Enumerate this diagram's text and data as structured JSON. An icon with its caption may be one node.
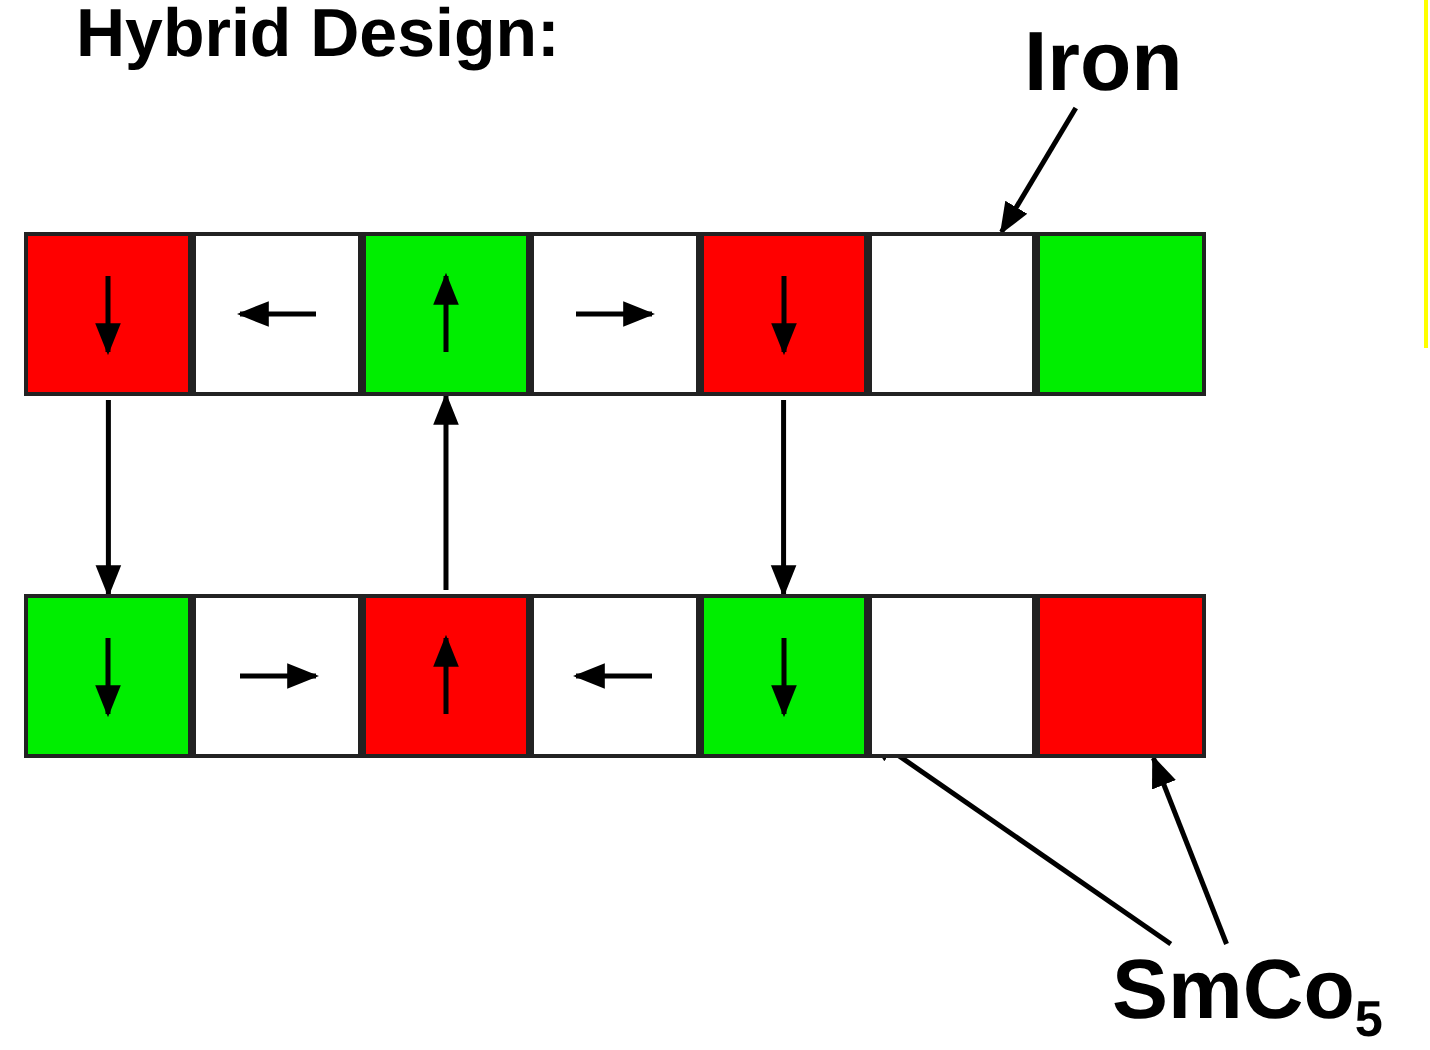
{
  "diagram": {
    "title": "Hybrid Design:",
    "nodes": [
      {
        "text": [
          "Iron"
        ]
      },
      {
        "text": [],
        "shape": "box"
      },
      {
        "text": [],
        "shape": "box"
      },
      {
        "text": [],
        "shape": "box"
      },
      {
        "text": [],
        "shape": "box"
      },
      {
        "text": [],
        "shape": "box"
      },
      {
        "text": [],
        "shape": "box"
      },
      {
        "text": [],
        "shape": "box"
      },
      {
        "text": [],
        "shape": "box"
      },
      {
        "text": [],
        "shape": "box"
      },
      {
        "text": [],
        "shape": "box"
      },
      {
        "text": [],
        "shape": "box"
      },
      {
        "text": [],
        "shape": "box"
      },
      {
        "text": [],
        "shape": "box"
      },
      {
        "text": [],
        "shape": "box"
      },
      {
        "text": [
          "SmCo$_{5}$"
        ]
      }
    ],
    "edges": [
      {
        "from": 0,
        "to": 6,
        "arrow": "to"
      },
      {
        "from": 1,
        "to": 8,
        "arrow": "to"
      },
      {
        "from": 10,
        "to": 3,
        "arrow": "to"
      },
      {
        "from": 5,
        "to": 12,
        "arrow": "to"
      },
      {
        "from": 15,
        "to": 12,
        "arrow": "to"
      },
      {
        "from": 15,
        "to": 14,
        "arrow": "to"
      }
    ]
  }
}
